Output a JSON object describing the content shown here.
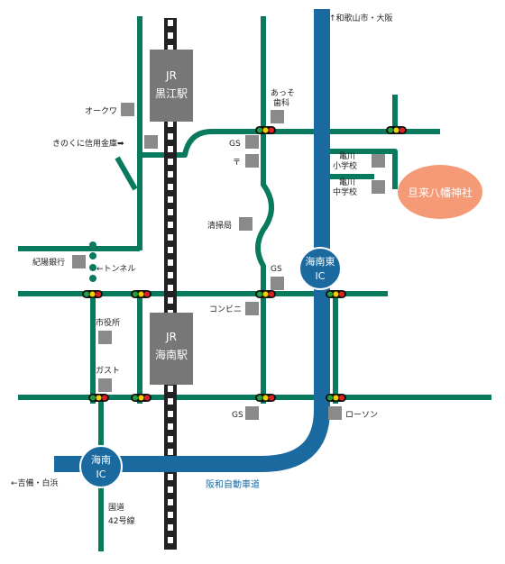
{
  "directions": {
    "north": "↑和歌山市・大阪",
    "west": "←吉備・白浜"
  },
  "stations": {
    "kuroe": [
      "JR",
      "黒江駅"
    ],
    "kainan": [
      "JR",
      "海南駅"
    ]
  },
  "interchanges": {
    "kainan_higashi": [
      "海南東",
      "IC"
    ],
    "kainan": [
      "海南",
      "IC"
    ]
  },
  "roads": {
    "expressway": "阪和自動車道",
    "route42": [
      "国道",
      "42号線"
    ]
  },
  "shrine": "旦来八幡神社",
  "landmarks": {
    "okuwa": "オークワ",
    "kinokuni_bank": "きのくに信用金庫➡",
    "dental": [
      "あっそ",
      "歯科"
    ],
    "gs_north": "GS",
    "post_office": "〒",
    "kamegawa_elementary": [
      "亀川",
      "小学校"
    ],
    "kamegawa_junior": [
      "亀川",
      "中学校"
    ],
    "cleaning_bureau": "清掃局",
    "kiyo_bank": "紀陽銀行",
    "tunnel": "←トンネル",
    "gs_middle": "GS",
    "convenience": "コンビニ",
    "city_hall": "市役所",
    "gusto": "ガスト",
    "gs_south": "GS",
    "lawson": "ローソン"
  },
  "colors": {
    "road": "#0a7a5e",
    "expressway": "#1a6aa0",
    "station_box": "#777777",
    "shrine": "#f59a77",
    "landmark_box": "#8a8a8a",
    "signal_red": "#e02020",
    "signal_yellow": "#f0d000",
    "signal_green": "#20a040"
  }
}
